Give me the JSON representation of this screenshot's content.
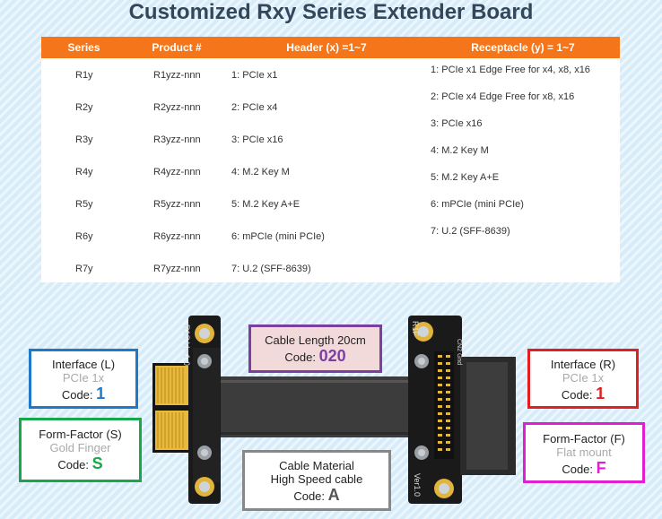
{
  "title": "Customized Rxy Series Extender Board",
  "table": {
    "headers": [
      "Series",
      "Product #",
      "Header (x) =1~7",
      "Receptacle (y) = 1~7"
    ],
    "rows": [
      {
        "series": "R1y",
        "product": "R1yzz-nnn",
        "header": "1: PCIe x1"
      },
      {
        "series": "R2y",
        "product": "R2yzz-nnn",
        "header": "2: PCIe x4"
      },
      {
        "series": "R3y",
        "product": "R3yzz-nnn",
        "header": "3: PCIe x16"
      },
      {
        "series": "R4y",
        "product": "R4yzz-nnn",
        "header": "4: M.2 Key M"
      },
      {
        "series": "R5y",
        "product": "R5yzz-nnn",
        "header": "5: M.2 Key A+E"
      },
      {
        "series": "R6y",
        "product": "R6yzz-nnn",
        "header": "6: mPCIe (mini PCIe)"
      },
      {
        "series": "R7y",
        "product": "R7yzz-nnn",
        "header": "7: U.2 (SFF-8639)"
      }
    ],
    "receptacles": [
      "1: PCIe x1 Edge Free for x4, x8, x16",
      "2: PCIe x4 Edge Free for x8, x16",
      "3: PCIe x16",
      "4: M.2 Key M",
      "5: M.2 Key A+E",
      "6: mPCIe (mini PCIe)",
      "7: U.2 (SFF-8639)"
    ]
  },
  "callouts": {
    "interface_l": {
      "line1": "Interface (L)",
      "line2": "PCIe 1x",
      "code_label": "Code:",
      "code": "1",
      "border": "#1f78c8",
      "code_color": "#1f78c8"
    },
    "form_factor_s": {
      "line1": "Form-Factor (S)",
      "line2": "Gold Finger",
      "code_label": "Code:",
      "code": "S",
      "border": "#1aa64a",
      "code_color": "#1aa64a"
    },
    "cable_length": {
      "line1": "Cable Length 20cm",
      "code_label": "Code:",
      "code": "020",
      "border": "#7b3fa0",
      "code_color": "#7b3fa0",
      "bg": "#f3dada"
    },
    "cable_material": {
      "line1": "Cable Material",
      "line2": "High Speed cable",
      "code_label": "Code:",
      "code": "A",
      "border": "#888888",
      "code_color": "#555555"
    },
    "interface_r": {
      "line1": "Interface (R)",
      "line2": "PCIe 1x",
      "code_label": "Code:",
      "code": "1",
      "border": "#e02020",
      "code_color": "#e02020"
    },
    "form_factor_f": {
      "line1": "Form-Factor (F)",
      "line2": "Flat mount",
      "code_label": "Code:",
      "code": "F",
      "border": "#e020d0",
      "code_color": "#e020d0"
    }
  },
  "board_labels": {
    "left_top": "R1S Ver1.0",
    "right_top": "R1F",
    "right_bottom": "Ver1.0",
    "right_side": "CN2 Gnd"
  },
  "colors": {
    "header_bg": "#f5761a",
    "title": "#34475a"
  }
}
